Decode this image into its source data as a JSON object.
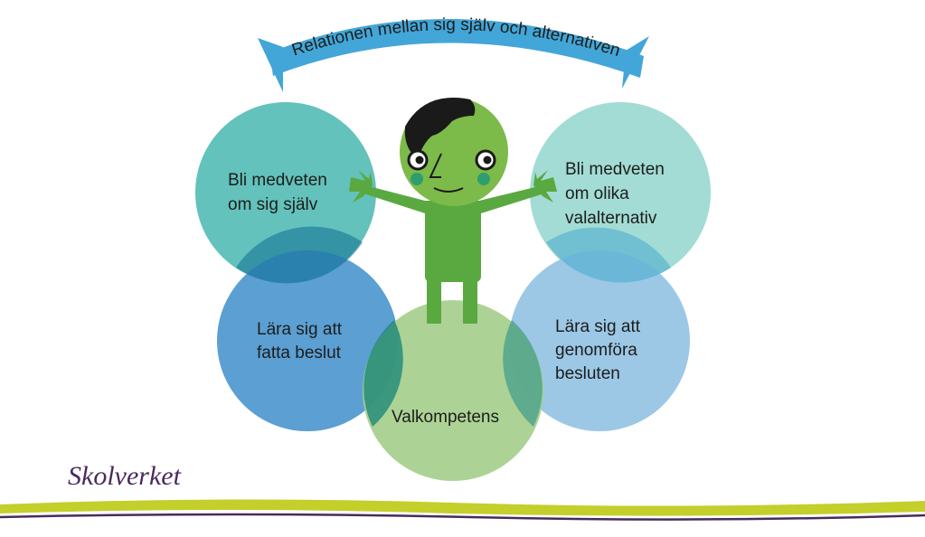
{
  "header": {
    "arrow_label": "Relationen mellan sig själv och alternativen"
  },
  "circles": [
    {
      "id": "self-awareness",
      "lines": [
        "Bli medveten",
        "om sig själv"
      ],
      "color": "#5bbfb7"
    },
    {
      "id": "options-awareness",
      "lines": [
        "Bli medveten",
        "om olika",
        "valalternativ"
      ],
      "color": "#9ddad3"
    },
    {
      "id": "decision-making",
      "lines": [
        "Lära sig att",
        "fatta beslut"
      ],
      "color": "#4d97cf"
    },
    {
      "id": "implementing-decisions",
      "lines": [
        "Lära sig att",
        "genomföra",
        "besluten"
      ],
      "color": "#94c3e4"
    },
    {
      "id": "career-competence",
      "lines": [
        "Valkompetens"
      ],
      "color": "#a5cf8c"
    }
  ],
  "logo": {
    "text": "Skolverket",
    "color": "#4a2a5c"
  },
  "colors": {
    "arrow_fill": "#43a6d8",
    "figure_green": "#5aa940",
    "head_green": "#7cba4a",
    "hair": "#1a1a1a",
    "stripe_lime": "#c3cf2b",
    "stripe_purple": "#4a2a5c"
  }
}
